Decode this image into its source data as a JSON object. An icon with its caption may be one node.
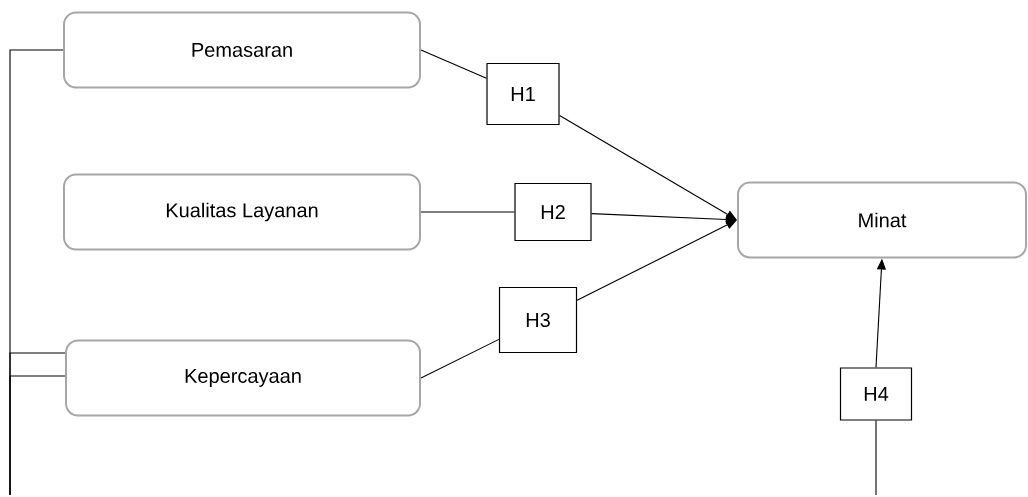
{
  "diagram": {
    "nodes": [
      {
        "text": [
          "Pemasaran"
        ]
      },
      {
        "text": [
          "H1"
        ]
      },
      {
        "text": [
          "Kualitas Layanan"
        ]
      },
      {
        "text": [
          "H2"
        ]
      },
      {
        "text": [
          "Minat"
        ]
      },
      {
        "text": [
          "H3"
        ]
      },
      {
        "text": [
          "Kepercayaan"
        ]
      },
      {
        "text": [
          "H4"
        ]
      }
    ],
    "edges": [
      {
        "from": 0,
        "to": 1,
        "arrow": "none"
      },
      {
        "from": 1,
        "to": 4,
        "arrow": "to"
      },
      {
        "from": 2,
        "to": 3,
        "arrow": "none"
      },
      {
        "from": 3,
        "to": 4,
        "arrow": "to"
      },
      {
        "from": 6,
        "to": 5,
        "arrow": "none"
      },
      {
        "from": 5,
        "to": 4,
        "arrow": "to"
      },
      {
        "from": 7,
        "to": 4,
        "arrow": "to"
      },
      {
        "from": null,
        "to": 7,
        "arrow": "none"
      },
      {
        "from": 0,
        "to": null,
        "arrow": "none"
      },
      {
        "from": 6,
        "to": null,
        "arrow": "none"
      },
      {
        "from": 6,
        "to": null,
        "arrow": "none"
      }
    ]
  }
}
